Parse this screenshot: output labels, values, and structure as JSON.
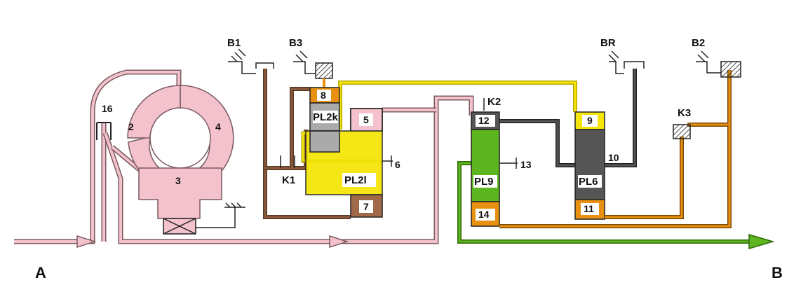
{
  "labels": {
    "inlet": "A",
    "outlet": "B",
    "b1": "B1",
    "b3": "B3",
    "br": "BR",
    "b2": "B2",
    "k1": "K1",
    "k2": "K2",
    "k3": "K3",
    "pl2k": "PL2k",
    "pl2l": "PL2l",
    "pl9": "PL9",
    "pl6": "PL6"
  },
  "numbers": {
    "n2": "2",
    "n3": "3",
    "n4": "4",
    "n5": "5",
    "n6": "6",
    "n7": "7",
    "n8": "8",
    "n9": "9",
    "n10": "10",
    "n11": "11",
    "n12": "12",
    "n13": "13",
    "n14": "14",
    "n16": "16"
  },
  "colors": {
    "pink": "#f4c2cc",
    "pink_dark": "#7a5a60",
    "brown": "#8b5a3c",
    "yellow": "#f5e50a",
    "orange": "#e8900f",
    "green": "#5db51f",
    "green_line": "#4a9a12",
    "gray": "#aaaaaa",
    "dark_gray": "#555555"
  }
}
